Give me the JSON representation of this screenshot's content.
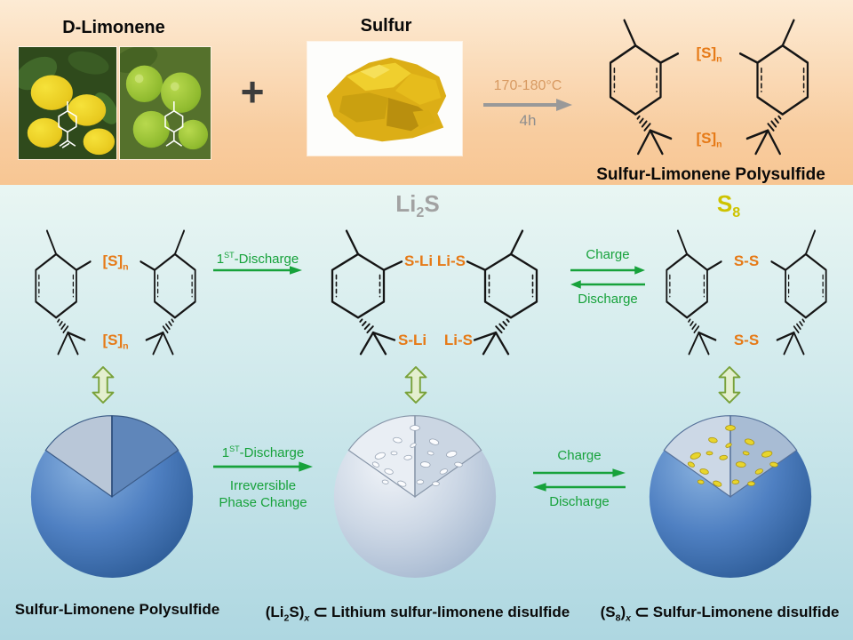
{
  "top": {
    "limonene_title": "D-Limonene",
    "plus": "+",
    "sulfur_title": "Sulfur",
    "temperature": "170-180°C",
    "duration": "4h",
    "product_label": "Sulfur-Limonene Polysulfide"
  },
  "chem": {
    "sn_base": "[S]",
    "sn_sub": "n",
    "s_li": "S-Li",
    "li_s": "Li-S",
    "s_s": "S-S",
    "li2s_p1": "Li",
    "li2s_sub": "2",
    "li2s_p2": "S",
    "s8_p1": "S",
    "s8_sub": "8"
  },
  "flow": {
    "first_num": "1",
    "first_sup": "ST",
    "first_rest": "-Discharge",
    "charge": "Charge",
    "discharge": "Discharge",
    "irrev1": "Irreversible",
    "irrev2": "Phase Change"
  },
  "captions": {
    "c1": "Sulfur-Limonene Polysulfide",
    "c2_f1": "(Li",
    "c2_fsub1": "2",
    "c2_f2": "S)",
    "c2_fsub2": "x",
    "c2_op": "⊂",
    "c2_text": "Lithium sulfur-limonene disulfide",
    "c3_f1": "(S",
    "c3_fsub1": "8",
    "c3_f2": ")",
    "c3_fsub2": "x",
    "c3_op": "⊂",
    "c3_text": "Sulfur-Limonene disulfide"
  },
  "colors": {
    "accent_orange": "#e67a17",
    "accent_green": "#17a23b",
    "li2s_gray": "#a2a2a2",
    "s8_yellow": "#cec300",
    "sphere_blue": "#3f70b4",
    "sphere_pale": "#ccd7e5",
    "dot_yellow": "#e8d52c",
    "band_top_peach": "#f8cda0",
    "band_bottom_cyan": "#aed7e1"
  }
}
